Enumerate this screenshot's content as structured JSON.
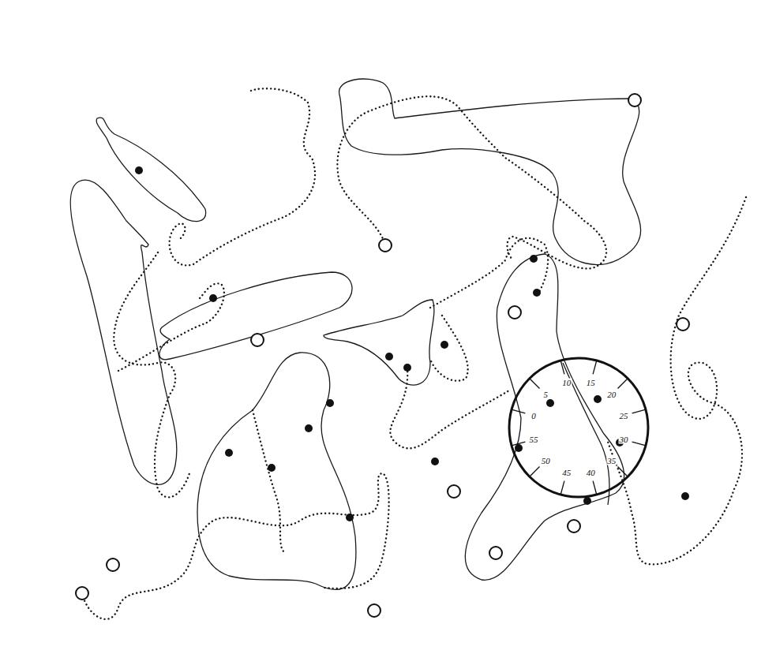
{
  "diagram": {
    "labels": [
      "0",
      "5",
      "10",
      "15",
      "20",
      "25",
      "30",
      "35",
      "40",
      "45",
      "50",
      "55"
    ]
  }
}
